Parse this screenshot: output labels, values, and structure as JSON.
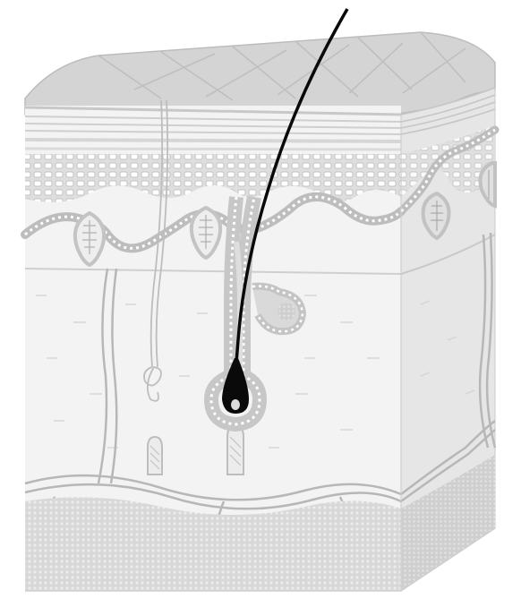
{
  "diagram": {
    "subject": "skin-cross-section",
    "style": "grayscale-line-illustration",
    "colors": {
      "background": "#ffffff",
      "front_face": "#f2f2f2",
      "side_face": "#e4e4e4",
      "top_surface": "#d2d2d2",
      "top_grooves": "#bdbdbd",
      "outline": "#b5b5b5",
      "cell_fill": "#c9c9c9",
      "cell_dot": "#ffffff",
      "fat_layer": "#dcdcdc",
      "hair": "#0a0a0a",
      "fiber": "#b0b0b0"
    },
    "regions": [
      "epidermis-surface",
      "epidermis-layers",
      "basal-cell-layer",
      "dermis",
      "hair-follicle",
      "sebaceous-gland",
      "nerve-ending",
      "pressure-receptors",
      "blood-vessels",
      "subcutaneous-fat"
    ],
    "structures": {
      "hair_shaft_count": 1,
      "dermal_papillae_count": 4,
      "receptor_count": 2
    }
  }
}
